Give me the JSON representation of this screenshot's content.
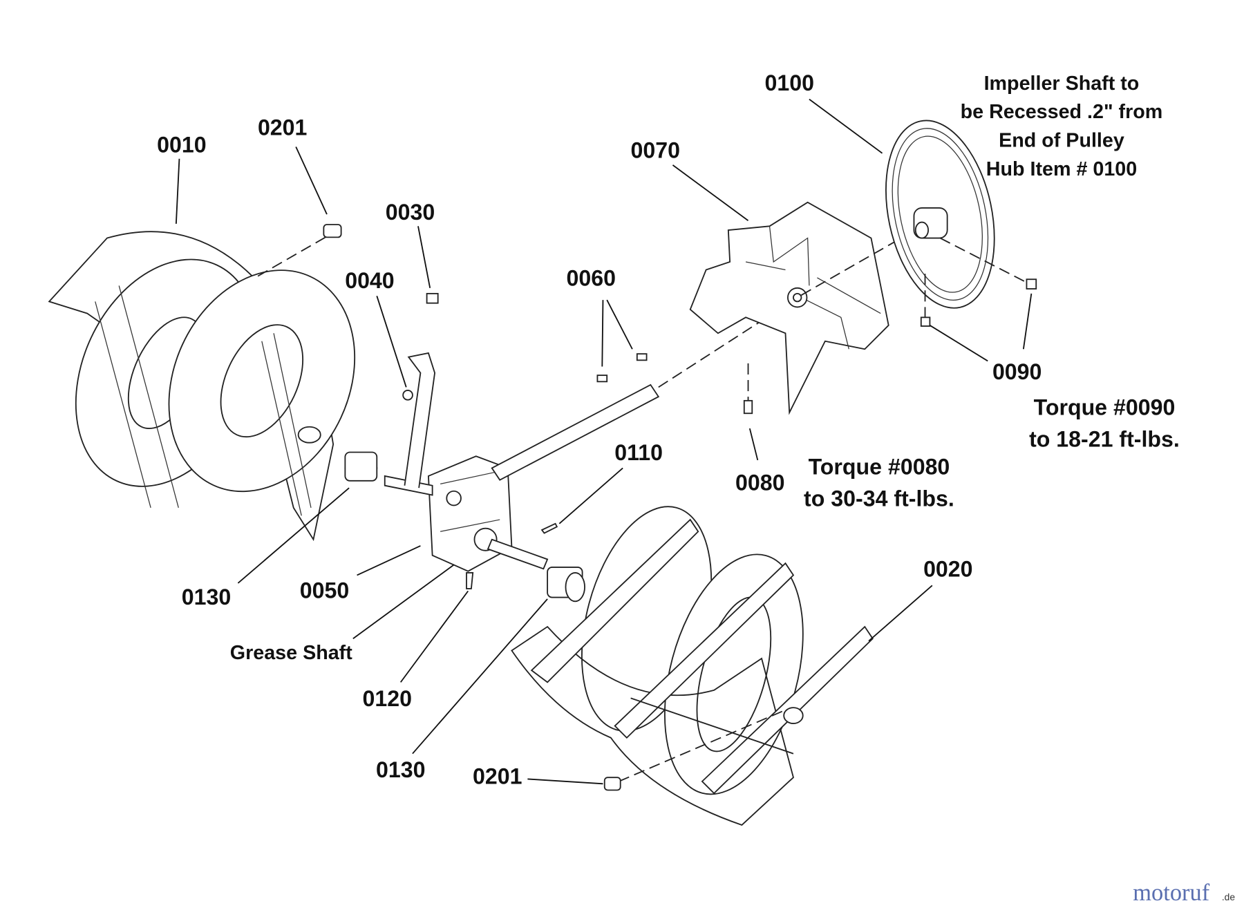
{
  "diagram": {
    "callouts": {
      "c0010": "0010",
      "c0201a": "0201",
      "c0030": "0030",
      "c0040": "0040",
      "c0060": "0060",
      "c0070": "0070",
      "c0100": "0100",
      "c0090": "0090",
      "c0080": "0080",
      "c0110": "0110",
      "c0020": "0020",
      "c0050": "0050",
      "c0130a": "0130",
      "grease": "Grease Shaft",
      "c0120": "0120",
      "c0130b": "0130",
      "c0201b": "0201"
    },
    "notes": {
      "impeller": [
        "Impeller Shaft to",
        "be Recessed .2\" from",
        "End of Pulley",
        "Hub Item # 0100"
      ],
      "torque0080": [
        "Torque #0080",
        "to 30-34 ft-lbs."
      ],
      "torque0090": [
        "Torque #0090",
        "to 18-21 ft-lbs."
      ]
    },
    "watermark": {
      "main": "motoruf",
      "suffix": ".de"
    }
  }
}
